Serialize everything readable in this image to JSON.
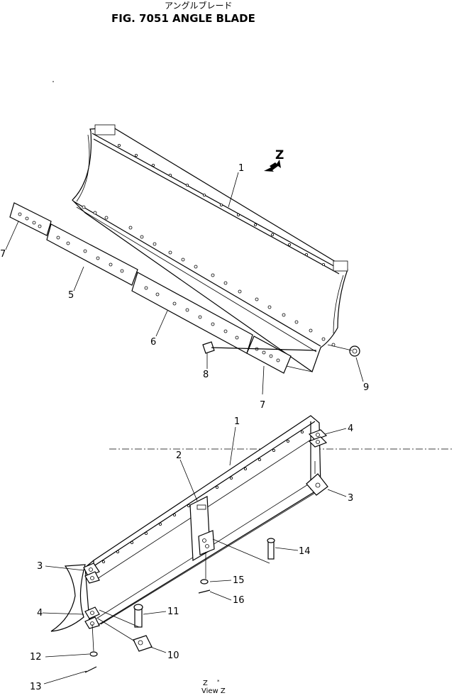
{
  "header": {
    "japanese": "アングルブレード",
    "title": "FIG. 7051  ANGLE BLADE"
  },
  "top_view": {
    "view_marker": "Z",
    "callouts": [
      "1",
      "7",
      "5",
      "6",
      "8",
      "7",
      "9"
    ]
  },
  "bottom_view": {
    "callouts": [
      "1",
      "2",
      "4",
      "3",
      "14",
      "15",
      "16",
      "3",
      "4",
      "11",
      "10",
      "12",
      "13"
    ]
  },
  "footer": {
    "z_label": "Z",
    "view_label": "View Z"
  }
}
